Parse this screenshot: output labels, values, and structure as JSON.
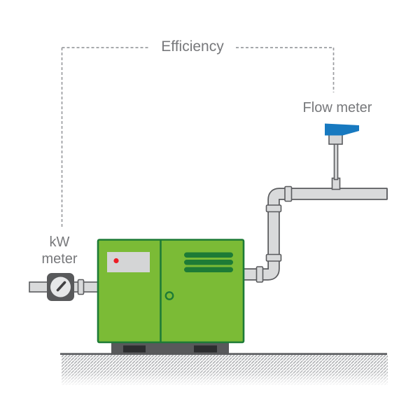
{
  "diagram": {
    "title": "Compressor efficiency measurement diagram",
    "labels": {
      "efficiency": "Efficiency",
      "flow_meter": "Flow meter",
      "kw_meter_line1": "kW",
      "kw_meter_line2": "meter"
    },
    "components": {
      "efficiency_bracket": "dashed bracket linking kW meter to flow meter",
      "kw_meter": "power gauge on inlet line",
      "flow_meter": "blue insertion flow probe on discharge pipe",
      "compressor": "green packaged compressor with display panel, vent grille and door handle",
      "ground": "hatched floor line"
    },
    "colors": {
      "body_green": "#7bbb36",
      "outline_green": "#1d7b36",
      "meter_blue": "#1779c0",
      "pipe_fill": "#d9dadb",
      "pipe_outline": "#5a5b5e",
      "device_gray": "#58595b",
      "gauge_face": "#e6e7e8",
      "needle_dark": "#414042",
      "panel_gray": "#d4d5d6",
      "led_red": "#ed1c24",
      "label_gray": "#77787b",
      "dash_gray": "#9b9da0",
      "ground_line": "#606265",
      "hatch_gray": "#a2a4a7",
      "base_dark": "#2c2d2f"
    }
  }
}
